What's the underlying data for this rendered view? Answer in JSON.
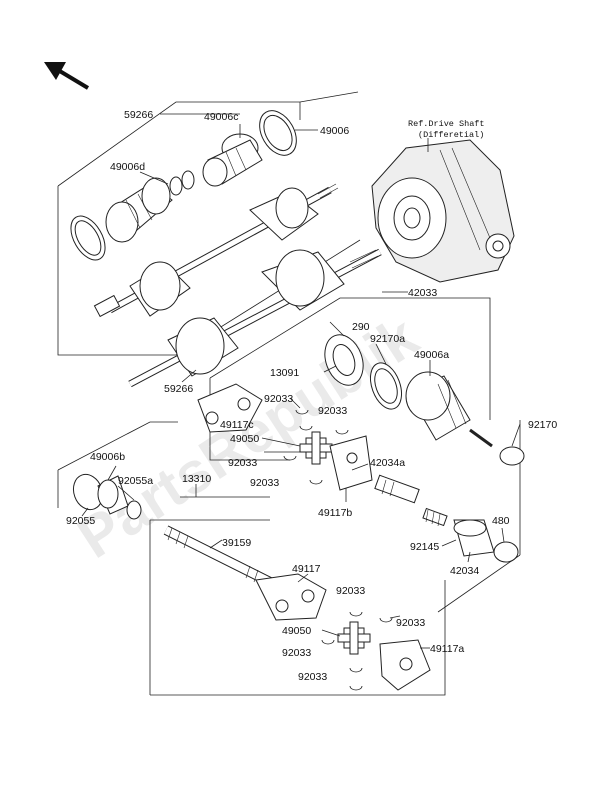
{
  "watermark": "PartsRepublik",
  "ref_note": {
    "line1": "Ref.Drive Shaft",
    "line2": "(Differetial)"
  },
  "parts": {
    "p59266_top": "59266",
    "p49006c": "49006c",
    "p49006": "49006",
    "p49006d": "49006d",
    "p42033": "42033",
    "p290": "290",
    "p92170a": "92170a",
    "p49006a": "49006a",
    "p13091": "13091",
    "p59266_bot": "59266",
    "p92033_a": "92033",
    "p92033_b": "92033",
    "p49117c": "49117c",
    "p49050_top": "49050",
    "p92033_c": "92033",
    "p42034a": "42034a",
    "p92170": "92170",
    "p92033_d": "92033",
    "p49006b": "49006b",
    "p13310": "13310",
    "p92055a": "92055a",
    "p49117b": "49117b",
    "p92055": "92055",
    "p480": "480",
    "p92145": "92145",
    "p39159": "39159",
    "p42034": "42034",
    "p49117": "49117",
    "p92033_e": "92033",
    "p49050_bot": "49050",
    "p92033_f": "92033",
    "p92033_g": "92033",
    "p49117a": "49117a",
    "p92033_h": "92033"
  }
}
